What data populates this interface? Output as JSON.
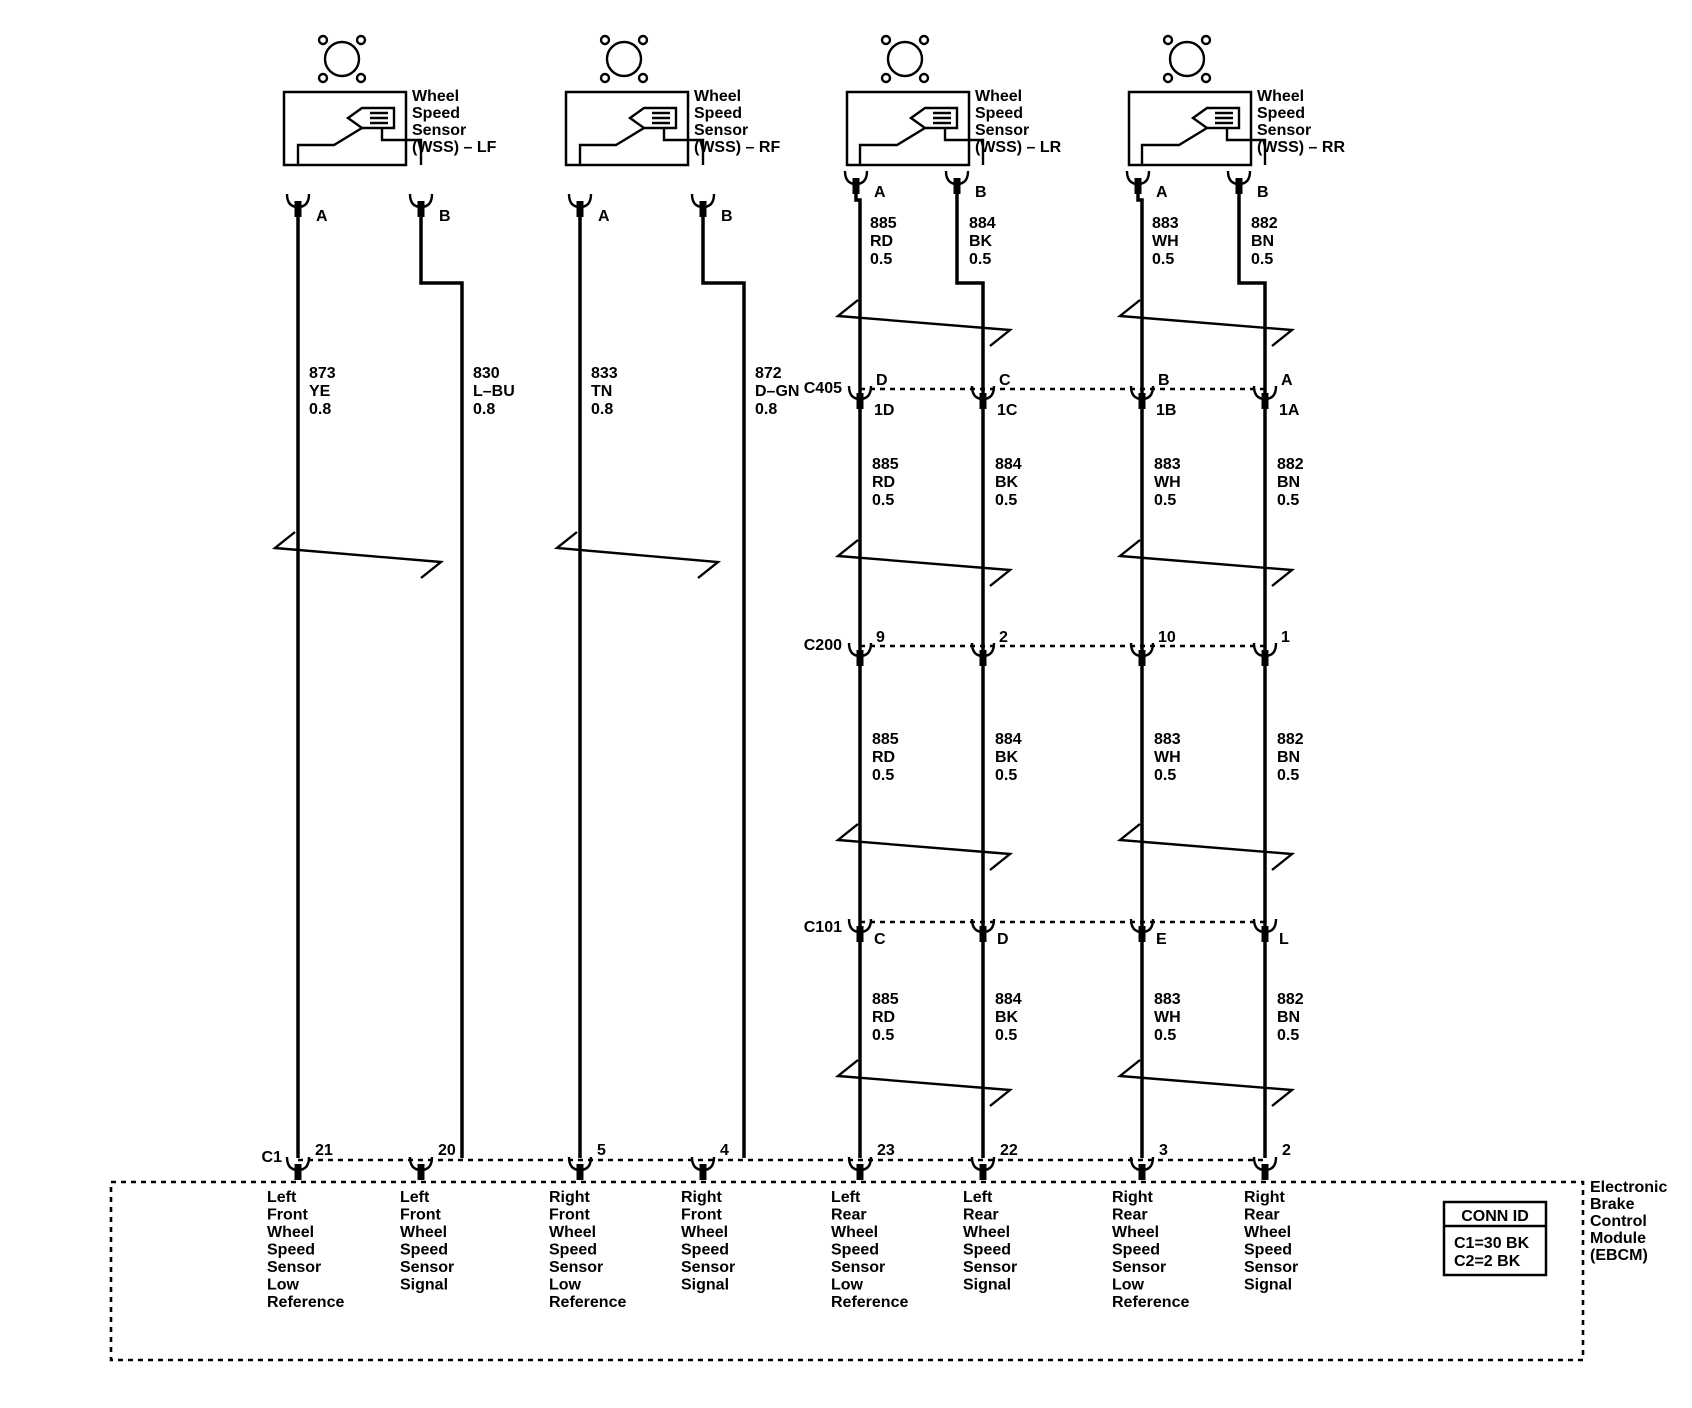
{
  "sensors": [
    {
      "name": [
        "Wheel",
        "Speed",
        "Sensor",
        "(WSS) – LF"
      ],
      "pin_a": "A",
      "pin_b": "B"
    },
    {
      "name": [
        "Wheel",
        "Speed",
        "Sensor",
        "(WSS) – RF"
      ],
      "pin_a": "A",
      "pin_b": "B"
    },
    {
      "name": [
        "Wheel",
        "Speed",
        "Sensor",
        "(WSS) – LR"
      ],
      "pin_a": "A",
      "pin_b": "B"
    },
    {
      "name": [
        "Wheel",
        "Speed",
        "Sensor",
        "(WSS) – RR"
      ],
      "pin_a": "A",
      "pin_b": "B"
    }
  ],
  "front_wires": [
    {
      "circuit": "873",
      "color": "YE",
      "gauge": "0.8"
    },
    {
      "circuit": "830",
      "color": "L–BU",
      "gauge": "0.8"
    },
    {
      "circuit": "833",
      "color": "TN",
      "gauge": "0.8"
    },
    {
      "circuit": "872",
      "color": "D–GN",
      "gauge": "0.8"
    }
  ],
  "rear_wires": [
    {
      "circuit": "885",
      "color": "RD",
      "gauge": "0.5"
    },
    {
      "circuit": "884",
      "color": "BK",
      "gauge": "0.5"
    },
    {
      "circuit": "883",
      "color": "WH",
      "gauge": "0.5"
    },
    {
      "circuit": "882",
      "color": "BN",
      "gauge": "0.5"
    }
  ],
  "connectors": {
    "c405": {
      "name": "C405",
      "top_pins": [
        "D",
        "C",
        "B",
        "A"
      ],
      "bottom_pins": [
        "1D",
        "1C",
        "1B",
        "1A"
      ]
    },
    "c200": {
      "name": "C200",
      "pins": [
        "9",
        "2",
        "10",
        "1"
      ]
    },
    "c101": {
      "name": "C101",
      "pins": [
        "C",
        "D",
        "E",
        "L"
      ]
    },
    "c1": {
      "name": "C1",
      "pins": [
        "21",
        "20",
        "5",
        "4",
        "23",
        "22",
        "3",
        "2"
      ]
    }
  },
  "ebcm": {
    "name": [
      "Electronic",
      "Brake",
      "Control",
      "Module",
      "(EBCM)"
    ],
    "terminals": [
      [
        "Left",
        "Front",
        "Wheel",
        "Speed",
        "Sensor",
        "Low",
        "Reference"
      ],
      [
        "Left",
        "Front",
        "Wheel",
        "Speed",
        "Sensor",
        "Signal"
      ],
      [
        "Right",
        "Front",
        "Wheel",
        "Speed",
        "Sensor",
        "Low",
        "Reference"
      ],
      [
        "Right",
        "Front",
        "Wheel",
        "Speed",
        "Sensor",
        "Signal"
      ],
      [
        "Left",
        "Rear",
        "Wheel",
        "Speed",
        "Sensor",
        "Low",
        "Reference"
      ],
      [
        "Left",
        "Rear",
        "Wheel",
        "Speed",
        "Sensor",
        "Signal"
      ],
      [
        "Right",
        "Rear",
        "Wheel",
        "Speed",
        "Sensor",
        "Low",
        "Reference"
      ],
      [
        "Right",
        "Rear",
        "Wheel",
        "Speed",
        "Sensor",
        "Signal"
      ]
    ]
  },
  "conn_id": {
    "title": "CONN ID",
    "lines": [
      "C1=30 BK",
      "C2=2 BK"
    ]
  }
}
